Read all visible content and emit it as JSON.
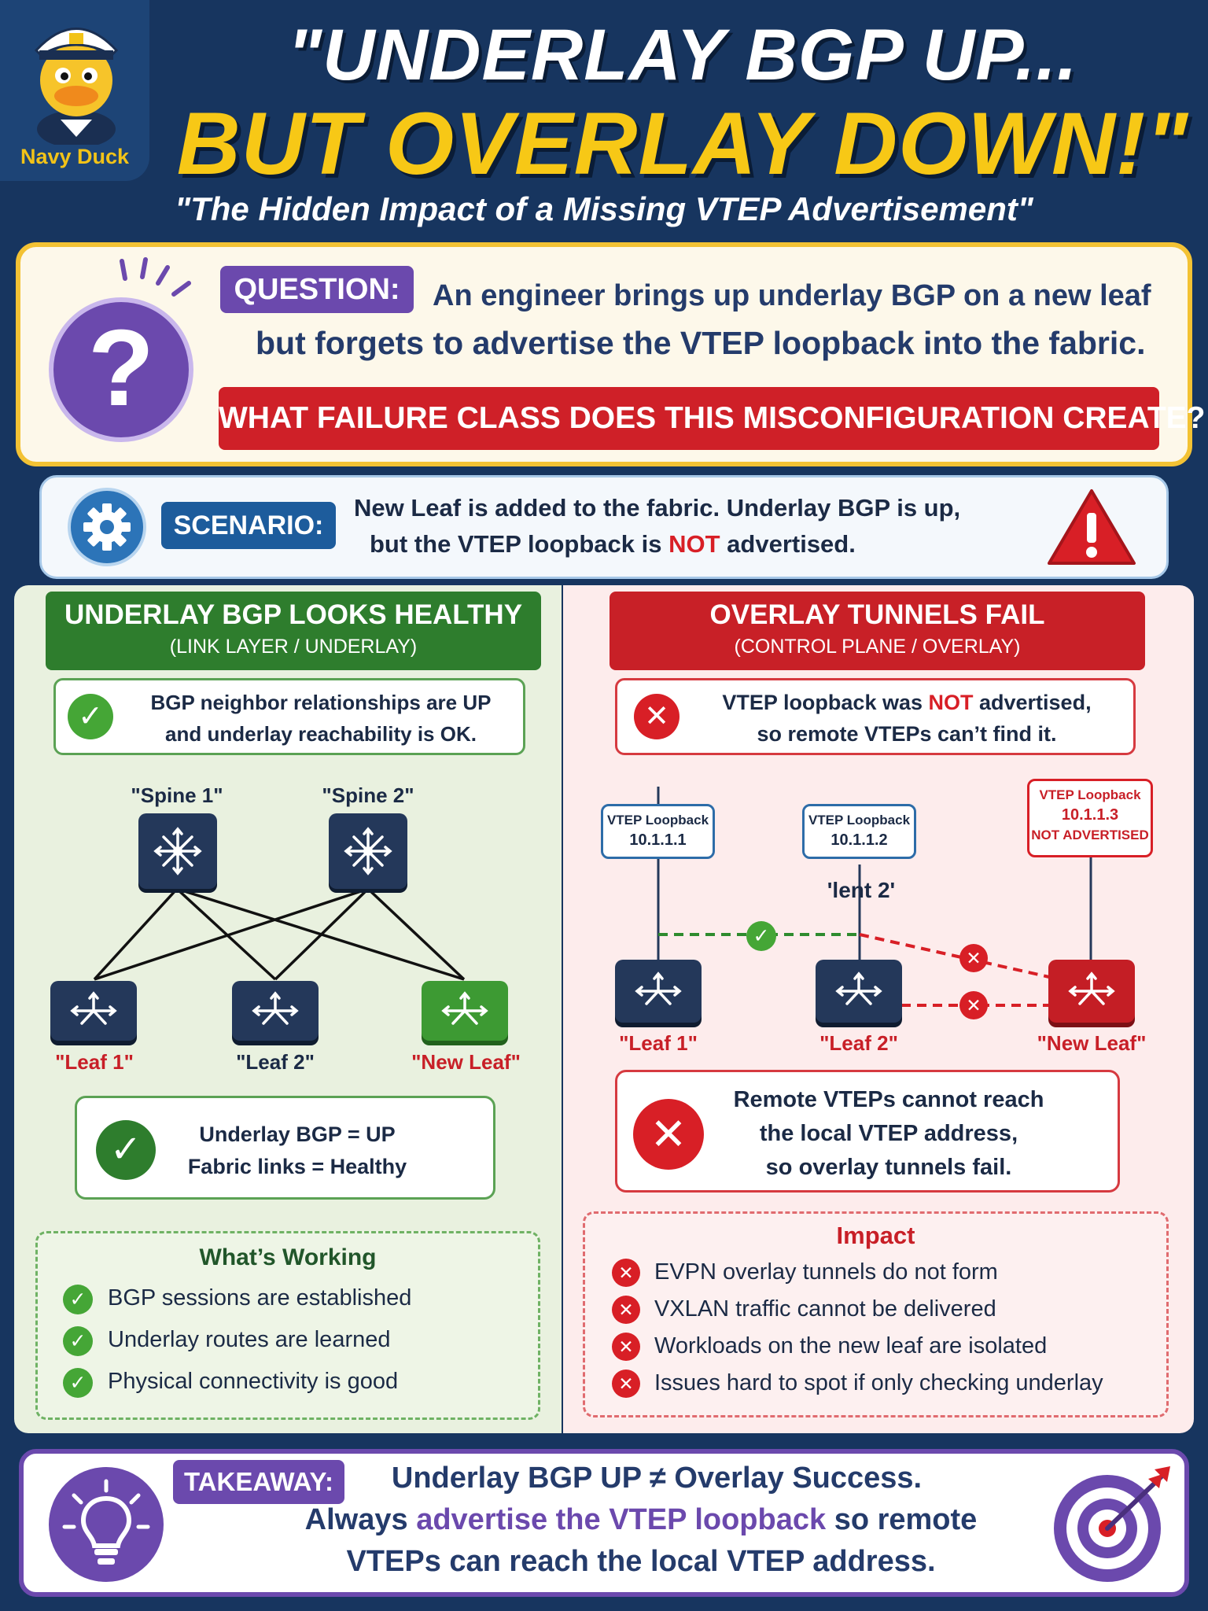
{
  "brand": {
    "name": "Navy Duck"
  },
  "header": {
    "title_line1": "\"UNDERLAY BGP UP...",
    "title_line2": "BUT OVERLAY DOWN!\"",
    "subtitle": "\"The Hidden Impact of a Missing VTEP Advertisement\""
  },
  "question": {
    "label": "QUESTION:",
    "line1": "An engineer brings up underlay BGP on a new leaf",
    "line2": "but forgets to advertise the VTEP loopback into the fabric.",
    "banner": "WHAT FAILURE CLASS DOES THIS MISCONFIGURATION CREATE?"
  },
  "scenario": {
    "label": "SCENARIO:",
    "line1": "New Leaf is added to the fabric. Underlay BGP is up,",
    "line2_pre": "but the VTEP loopback is ",
    "line2_em": "NOT",
    "line2_post": " advertised."
  },
  "left": {
    "title": "UNDERLAY BGP LOOKS HEALTHY",
    "subtitle": "(LINK LAYER / UNDERLAY)",
    "status_line1": "BGP neighbor relationships are UP",
    "status_line2": "and underlay reachability is OK.",
    "spine1": "\"Spine 1\"",
    "spine2": "\"Spine 2\"",
    "leaf1": "\"Leaf 1\"",
    "leaf2": "\"Leaf 2\"",
    "new_leaf": "\"New Leaf\"",
    "summary_line1": "Underlay BGP = UP",
    "summary_line2": "Fabric links = Healthy",
    "working_title": "What’s Working",
    "working_items": [
      "BGP sessions are established",
      "Underlay routes are learned",
      "Physical connectivity is good"
    ]
  },
  "right": {
    "title": "OVERLAY TUNNELS FAIL",
    "subtitle": "(CONTROL PLANE / OVERLAY)",
    "status_line1_pre": "VTEP loopback was ",
    "status_line1_em": "NOT",
    "status_line1_post": " advertised,",
    "status_line2": "so remote VTEPs can’t find it.",
    "vtep1": {
      "title": "VTEP Loopback",
      "ip": "10.1.1.1"
    },
    "vtep2": {
      "title": "VTEP Loopback",
      "ip": "10.1.1.2"
    },
    "vtep3": {
      "title": "VTEP Loopback",
      "ip": "10.1.1.3",
      "note": "NOT ADVERTISED"
    },
    "mid_label": "'lent 2'",
    "leaf1": "\"Leaf 1\"",
    "leaf2": "\"Leaf 2\"",
    "new_leaf": "\"New Leaf\"",
    "summary_line1": "Remote VTEPs cannot reach",
    "summary_line2": "the local VTEP address,",
    "summary_line3": "so overlay tunnels fail.",
    "impact_title": "Impact",
    "impact_items": [
      "EVPN overlay tunnels do not form",
      "VXLAN traffic cannot be delivered",
      "Workloads on the new leaf are isolated",
      "Issues hard to spot if only checking underlay"
    ]
  },
  "takeaway": {
    "label": "TAKEAWAY:",
    "line1": "Underlay BGP UP ≠ Overlay Success.",
    "line2_pre": "Always ",
    "line2_em": "advertise the VTEP loopback",
    "line2_post": " so remote",
    "line3": "VTEPs can reach the local VTEP address."
  },
  "colors": {
    "navy": "#17355f",
    "accent_yellow": "#f7c816",
    "purple": "#6b49ad",
    "healthy_green": "#2e7d2d",
    "fail_red": "#c82027"
  },
  "icons": [
    "duck-mascot-icon",
    "question-mark-icon",
    "gear-icon",
    "warning-icon",
    "check-icon",
    "error-x-icon",
    "switch-icon",
    "lightbulb-icon",
    "target-icon"
  ]
}
